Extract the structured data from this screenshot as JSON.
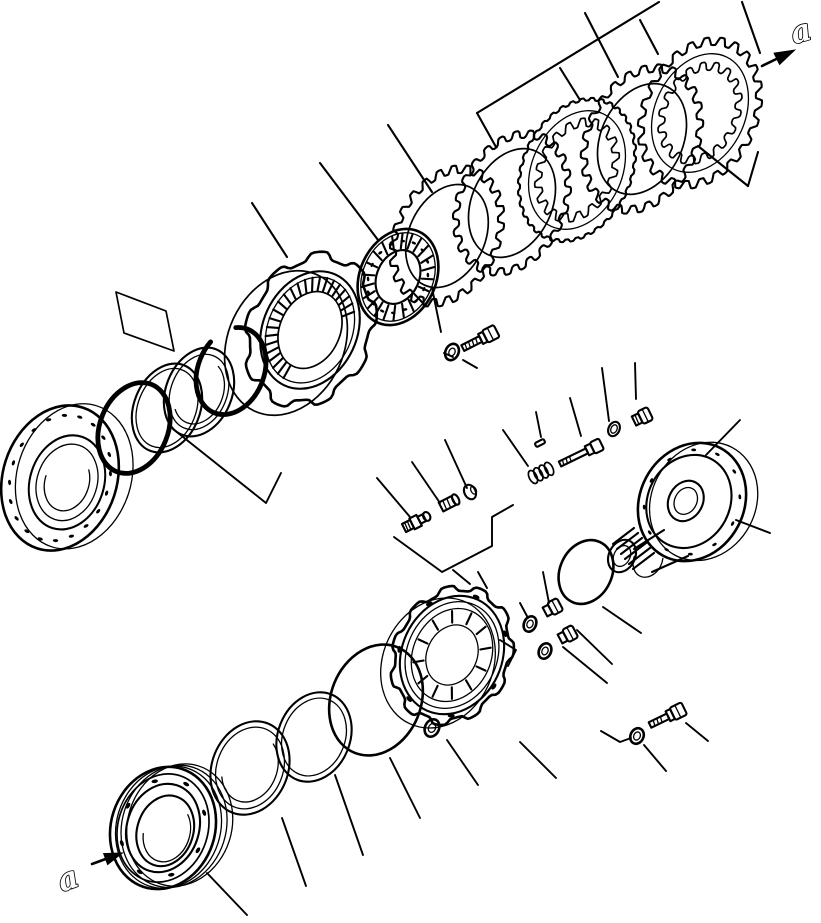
{
  "figure": {
    "kind": "exploded-parts-diagram",
    "background_color": "#ffffff",
    "line_color": "#000000"
  },
  "labels": {
    "view_ref_top_right": "a",
    "view_ref_bottom_left": "a"
  },
  "parts": [
    {
      "id": 0,
      "name": "brake disc stack (separator plates and toothed friction discs)"
    },
    {
      "id": 1,
      "name": "ring gear drum with internal splines"
    },
    {
      "id": 2,
      "name": "tapered roller bearing"
    },
    {
      "id": 3,
      "name": "mounting bolt with washer (upper)"
    },
    {
      "id": 4,
      "name": "bearing cage flange (left)"
    },
    {
      "id": 5,
      "name": "retaining ring and seal ring set"
    },
    {
      "id": 6,
      "name": "grease fitting set"
    },
    {
      "id": 7,
      "name": "coil spring"
    },
    {
      "id": 8,
      "name": "pin"
    },
    {
      "id": 9,
      "name": "center bolt"
    },
    {
      "id": 10,
      "name": "small o-ring"
    },
    {
      "id": 11,
      "name": "hex plug"
    },
    {
      "id": 12,
      "name": "axle spindle with splined shaft"
    },
    {
      "id": 13,
      "name": "o-ring (axle side)"
    },
    {
      "id": 14,
      "name": "brake piston housing"
    },
    {
      "id": 15,
      "name": "plug with washer (upper of pair)"
    },
    {
      "id": 16,
      "name": "plug with washer (lower of pair)"
    },
    {
      "id": 17,
      "name": "washer (housing lower)"
    },
    {
      "id": 18,
      "name": "bolt with washer (lower right)"
    },
    {
      "id": 19,
      "name": "large o-ring"
    },
    {
      "id": 20,
      "name": "oil seal ring (middle)"
    },
    {
      "id": 21,
      "name": "oil seal ring (outer)"
    },
    {
      "id": 22,
      "name": "seal retainer flange (bottom left)"
    }
  ]
}
